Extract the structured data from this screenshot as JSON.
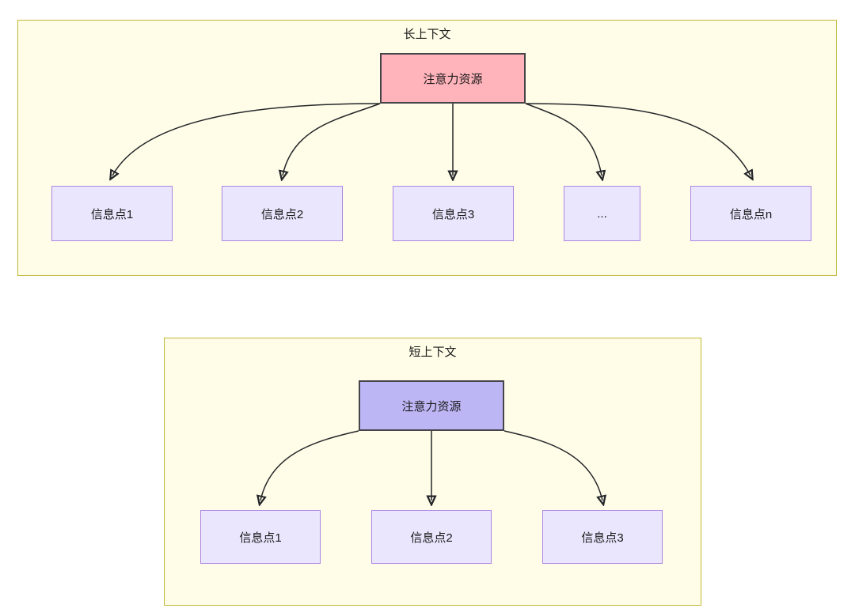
{
  "diagram": {
    "type": "node-link-diagram",
    "background": "#ffffff",
    "colors": {
      "group_fill": "#fffde7",
      "group_border": "#c0b73a",
      "attention_long_fill": "#ffb3ba",
      "attention_short_fill": "#bcb6f5",
      "attention_border": "#46454a",
      "info_fill": "#e9e6fd",
      "info_border": "#ad85e4",
      "edge": "#25262b",
      "text": "#1a1a1a"
    },
    "groups": [
      {
        "id": "long-context",
        "title": "长上下文",
        "root": {
          "id": "attn-long",
          "label": "注意力资源"
        },
        "children": [
          {
            "id": "long-info-1",
            "label": "信息点1"
          },
          {
            "id": "long-info-2",
            "label": "信息点2"
          },
          {
            "id": "long-info-3",
            "label": "信息点3"
          },
          {
            "id": "long-info-ellipsis",
            "label": "..."
          },
          {
            "id": "long-info-n",
            "label": "信息点n"
          }
        ]
      },
      {
        "id": "short-context",
        "title": "短上下文",
        "root": {
          "id": "attn-short",
          "label": "注意力资源"
        },
        "children": [
          {
            "id": "short-info-1",
            "label": "信息点1"
          },
          {
            "id": "short-info-2",
            "label": "信息点2"
          },
          {
            "id": "short-info-3",
            "label": "信息点3"
          }
        ]
      }
    ]
  }
}
